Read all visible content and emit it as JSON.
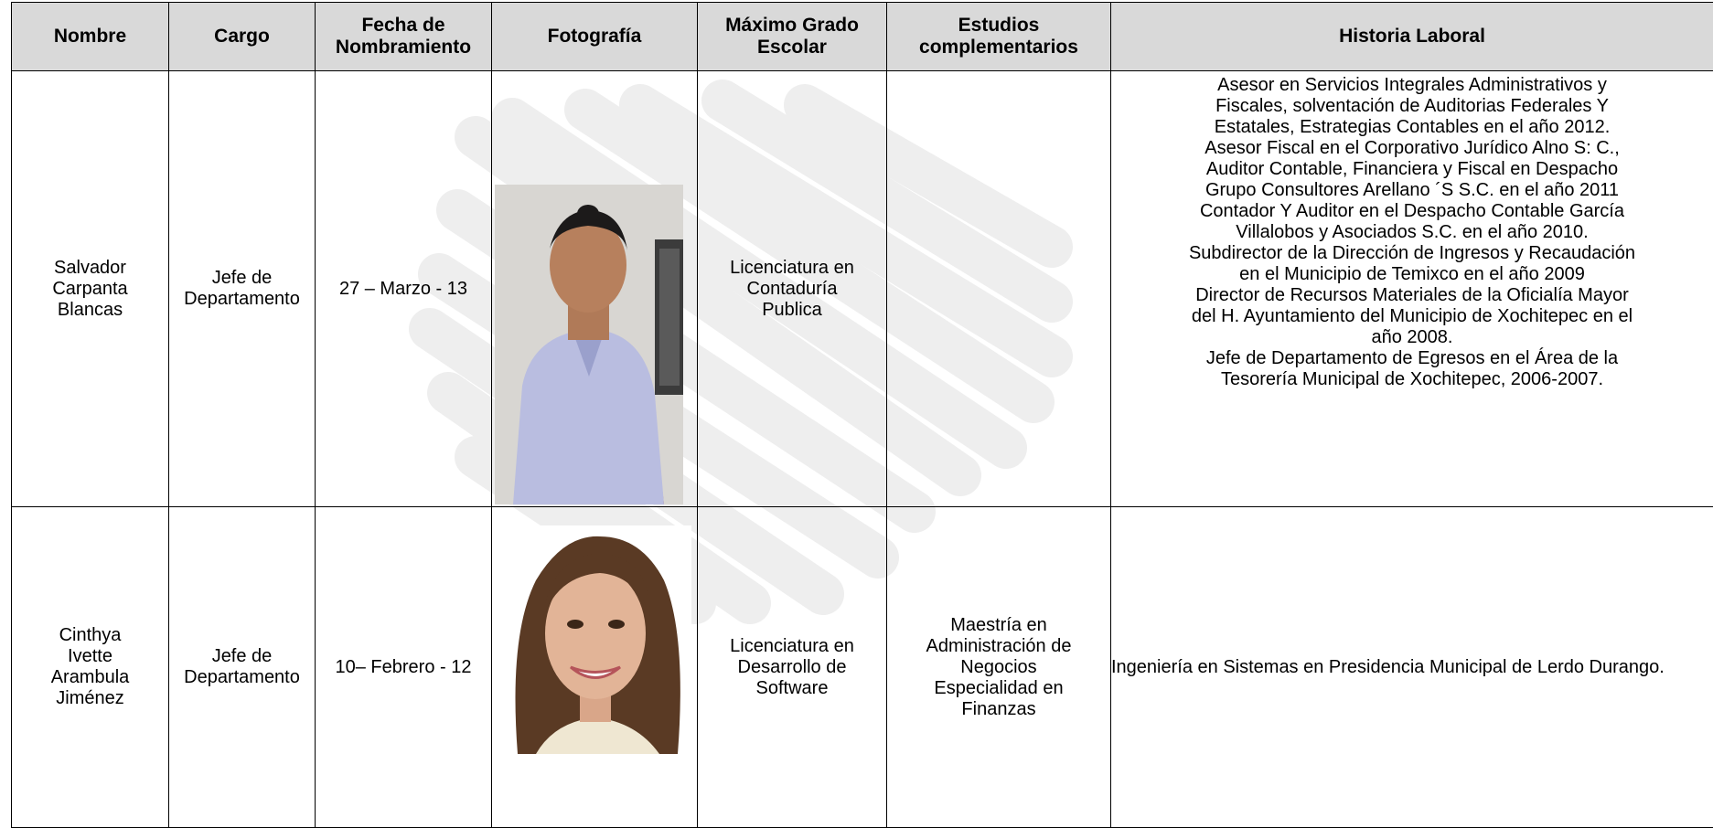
{
  "table": {
    "headers": [
      "Nombre",
      "Cargo",
      "Fecha de Nombramiento",
      "Fotografía",
      "Máximo Grado Escolar",
      "Estudios complementarios",
      "Historia Laboral"
    ],
    "rows": [
      {
        "nombre": "Salvador Carpanta Blancas",
        "cargo": "Jefe de Departamento",
        "fecha": "27 – Marzo - 13",
        "grado": "Licenciatura en Contaduría Publica",
        "estudios": "",
        "historia": [
          "Asesor en Servicios Integrales Administrativos y",
          "Fiscales, solventación de Auditorias Federales Y",
          "Estatales, Estrategias Contables en el año 2012.",
          "Asesor Fiscal en el Corporativo Jurídico Alno S: C.,",
          "Auditor Contable, Financiera y Fiscal en Despacho",
          "Grupo Consultores Arellano ´S S.C.  en el año 2011",
          "Contador Y Auditor en el Despacho Contable García",
          "Villalobos y Asociados S.C. en el año 2010.",
          "Subdirector de la Dirección de Ingresos y Recaudación",
          "en el Municipio de Temixco en el año 2009",
          "Director de Recursos Materiales de la Oficialía Mayor",
          "del H. Ayuntamiento del Municipio de Xochitepec en el",
          "año 2008.",
          "Jefe de Departamento de Egresos en el Área de la",
          "Tesorería Municipal de Xochitepec, 2006-2007."
        ]
      },
      {
        "nombre": "Cinthya Ivette Arambula Jiménez",
        "cargo": "Jefe de Departamento",
        "fecha": "10– Febrero - 12",
        "grado": "Licenciatura en Desarrollo de Software",
        "estudios": "Maestría en Administración de Negocios Especialidad en Finanzas",
        "historia": [
          "Ingeniería en Sistemas en Presidencia Municipal de Lerdo Durango."
        ]
      }
    ]
  },
  "colors": {
    "header_bg": "#d9d9d9",
    "border": "#000000",
    "watermark": "#ececec"
  }
}
